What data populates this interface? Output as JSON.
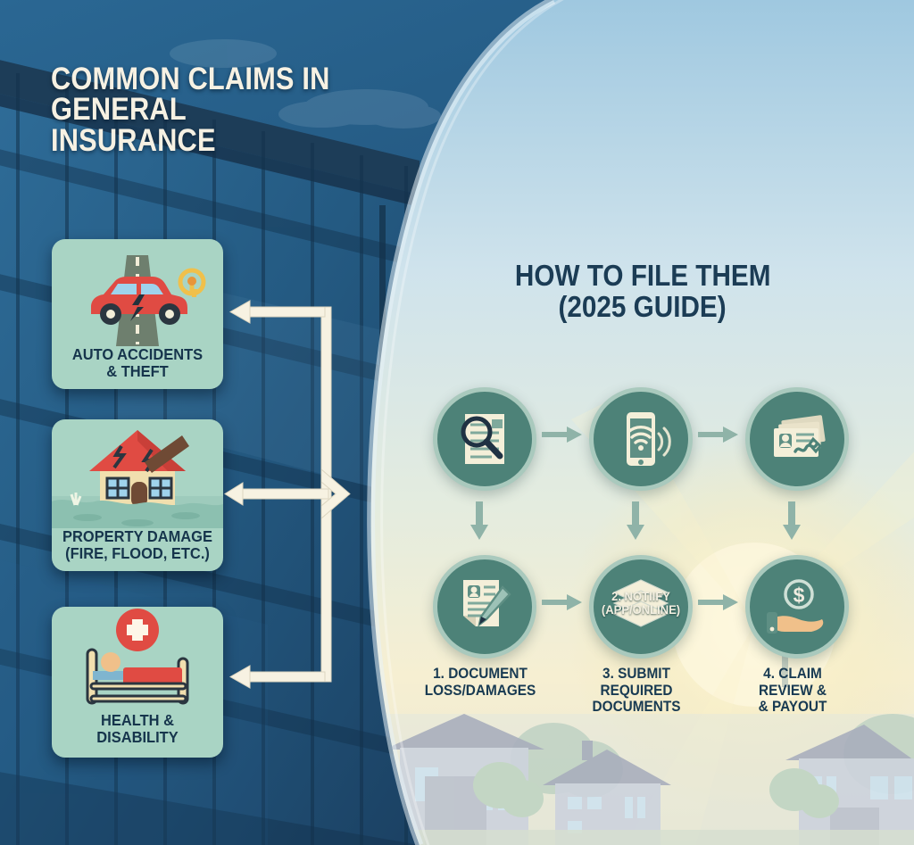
{
  "left_panel": {
    "title_line1": "COMMON CLAIMS IN",
    "title_line2": "GENERAL INSURANCE",
    "title_color": "#f6f1e3",
    "background_color": "#1f4e72",
    "claims": [
      {
        "icon": "car-accident-icon",
        "label_line1": "AUTO ACCIDENTS",
        "label_line2": "& THEFT",
        "card_color": "#a9d4c4",
        "label_color": "#16354c"
      },
      {
        "icon": "damaged-house-flood-icon",
        "label_line1": "PROPERTY DAMAGE",
        "label_line2": "(FIRE, FLOOD, ETC.)",
        "card_color": "#a9d4c4",
        "label_color": "#16354c"
      },
      {
        "icon": "hospital-bed-icon",
        "label_line1": "HEALTH & DISABILITY",
        "label_line2": "",
        "card_color": "#a9d4c4",
        "label_color": "#16354c"
      }
    ]
  },
  "right_panel": {
    "title_line1": "HOW TO FILE THEM",
    "title_line2": "(2025 GUIDE)",
    "title_color": "#1b3c55",
    "circle_color": "#4d8278",
    "circle_ring_color": "#a9c9bd",
    "arrow_color": "#8fb3a8",
    "steps": [
      {
        "number": "",
        "icon": "document-magnifier-icon",
        "label_line1": "",
        "label_line2": "",
        "label_line3": "",
        "overlay": ""
      },
      {
        "number": "",
        "icon": "smartphone-wifi-icon",
        "label_line1": "",
        "label_line2": "",
        "label_line3": "",
        "overlay": ""
      },
      {
        "number": "",
        "icon": "id-cards-stack-icon",
        "label_line1": "",
        "label_line2": "",
        "label_line3": "",
        "overlay": ""
      },
      {
        "number": "1",
        "icon": "document-pen-signature-icon",
        "label_line1": "1. DOCUMENT",
        "label_line2": "LOSS/DAMAGES",
        "label_line3": "",
        "overlay": ""
      },
      {
        "number": "2",
        "icon": "stacked-papers-icon",
        "label_line1": "3. SUBMIT",
        "label_line2": "REQUIRED",
        "label_line3": "DOCUMENTS",
        "overlay_line1": "2. NOTIIFY",
        "overlay_line2": "(APP/ONLINE)"
      },
      {
        "number": "4",
        "icon": "hand-dollar-payout-icon",
        "label_line1": "4. CLAIM",
        "label_line2": "REVIEW &",
        "label_line3": "& PAYOUT",
        "overlay": ""
      }
    ]
  },
  "scene": {
    "left_background": "office-building-glass-facade",
    "right_background": "suburban-houses-sunrise",
    "divider": "large-circle-arc"
  }
}
